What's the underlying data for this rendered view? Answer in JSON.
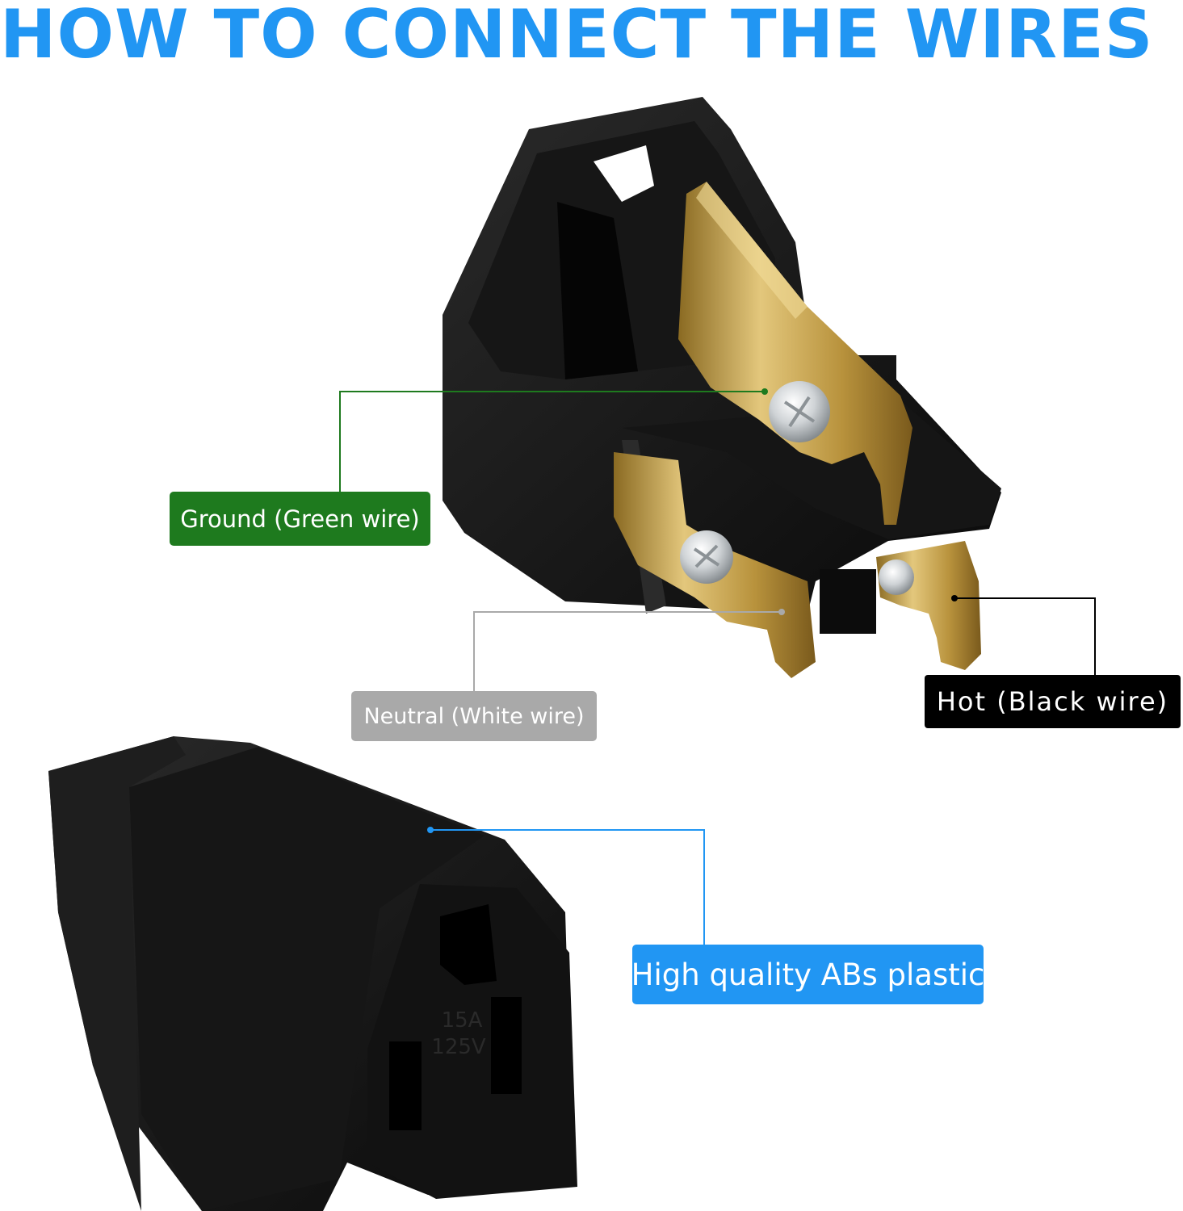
{
  "headline": "HOW TO CONNECT THE WIRES",
  "colors": {
    "headline": "#2196f3",
    "ground": "#1e7a1e",
    "neutral": "#a9a9a9",
    "hot": "#000000",
    "plastic": "#2196f3",
    "brass": "#c9a24a",
    "body": "#121212"
  },
  "labels": {
    "ground": "Ground (Green wire)",
    "neutral": "Neutral (White wire)",
    "hot": "Hot (Black wire)",
    "plastic": "High quality ABs plastic"
  },
  "receptacle": {
    "amperage": "15A",
    "voltage": "125V"
  }
}
